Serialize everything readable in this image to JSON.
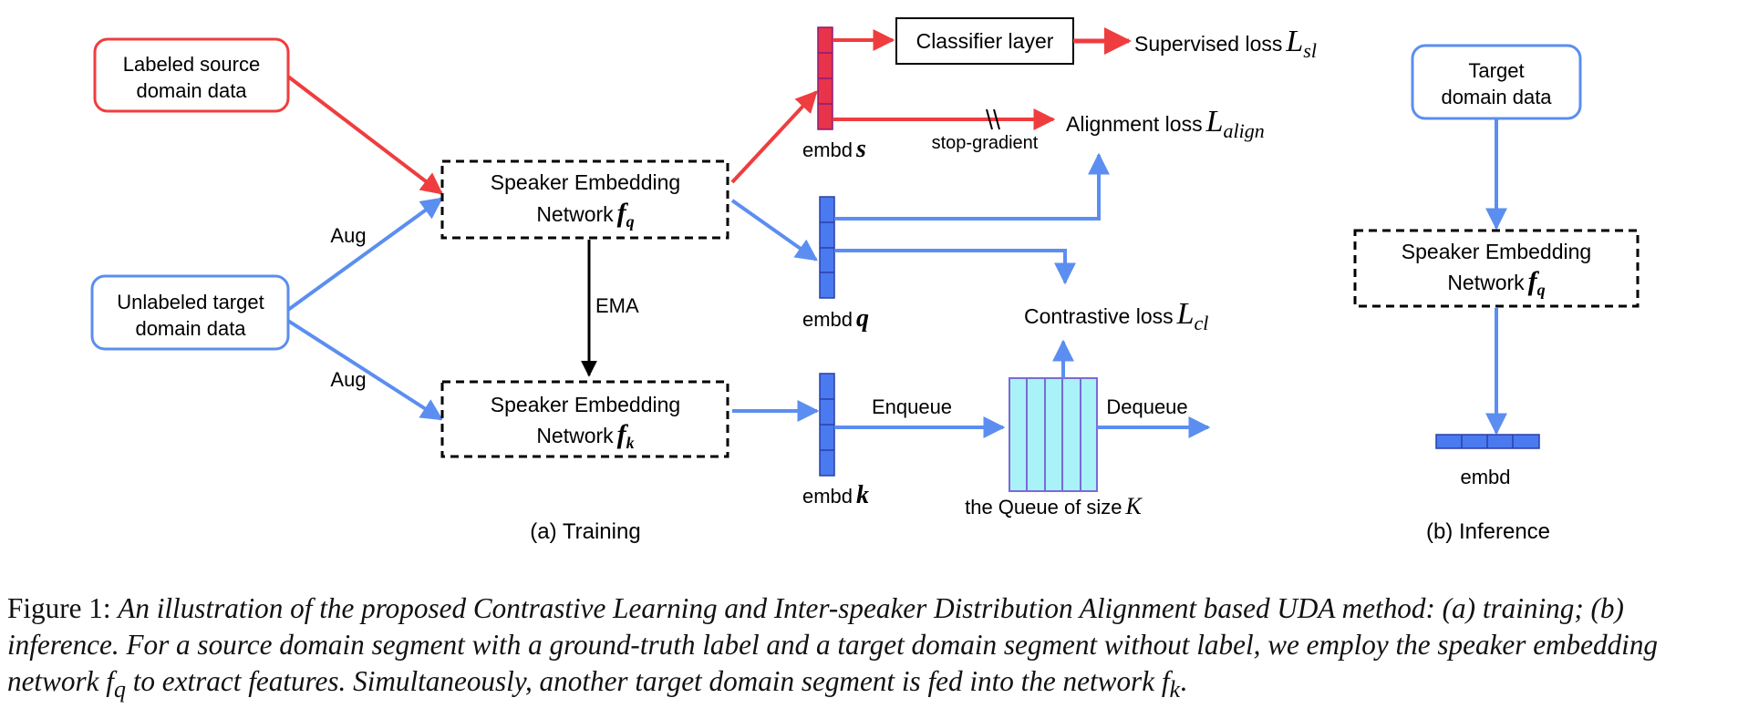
{
  "training": {
    "source_box": {
      "line1": "Labeled source",
      "line2": "domain data"
    },
    "target_box": {
      "line1": "Unlabeled target",
      "line2": "domain data"
    },
    "aug_top": "Aug",
    "aug_bottom": "Aug",
    "net_q": {
      "line1": "Speaker Embedding",
      "line2": "Network",
      "sym": "f",
      "sub": "q"
    },
    "net_k": {
      "line1": "Speaker Embedding",
      "line2": "Network",
      "sym": "f",
      "sub": "k"
    },
    "ema": "EMA",
    "embd_s": {
      "label": "embd",
      "sym": "s"
    },
    "embd_q": {
      "label": "embd",
      "sym": "q"
    },
    "embd_k": {
      "label": "embd",
      "sym": "k"
    },
    "classifier": "Classifier layer",
    "supervised_loss": {
      "label": "Supervised loss",
      "sym": "L",
      "sub": "sl"
    },
    "alignment_loss": {
      "label": "Alignment loss",
      "sym": "L",
      "sub": "align"
    },
    "stop_gradient": "stop-gradient",
    "contrastive_loss": {
      "label": "Contrastive loss",
      "sym": "L",
      "sub": "cl"
    },
    "enqueue": "Enqueue",
    "dequeue": "Dequeue",
    "queue_label": {
      "text": "the Queue of size",
      "sym": "K"
    },
    "panel_label": "(a) Training"
  },
  "inference": {
    "target_box": {
      "line1": "Target",
      "line2": "domain data"
    },
    "net_q": {
      "line1": "Speaker Embedding",
      "line2": "Network",
      "sym": "f",
      "sub": "q"
    },
    "embd": "embd",
    "panel_label": "(b) Inference"
  },
  "caption": {
    "lead": "Figure 1:",
    "body": "An illustration of the proposed Contrastive Learning and Inter-speaker Distribution Alignment based UDA method: (a) training; (b) inference. For a source domain segment with a ground-truth label and a target domain segment without label, we employ the speaker embedding network f",
    "sub1": "q",
    "body2": " to extract features. Simultaneously, another target domain segment is fed into the network f",
    "sub2": "k",
    "end": "."
  },
  "colors": {
    "red": "#ef3d3f",
    "blue": "#5b8ef0",
    "embd_blue": "#4a7af0",
    "embd_red": "#e8334a",
    "queue_fill": "#a9f2f7",
    "black": "#000000"
  }
}
